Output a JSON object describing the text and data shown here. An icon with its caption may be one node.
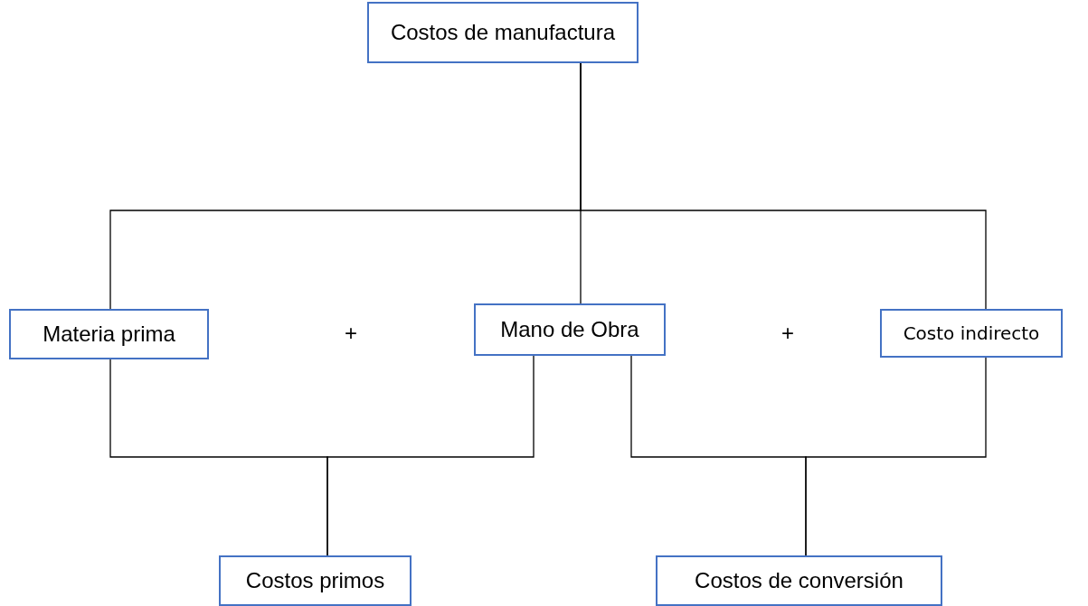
{
  "diagram": {
    "nodes": [
      {
        "text": [
          "Costos de manufactura"
        ]
      },
      {
        "text": [
          "Materia prima"
        ]
      },
      {
        "text": [
          "Mano de Obra"
        ]
      },
      {
        "text": [
          "Costo indirecto"
        ]
      },
      {
        "text": [
          "Costos primos"
        ]
      },
      {
        "text": [
          "Costos de conversión"
        ]
      }
    ],
    "edges": [
      {
        "from": 0,
        "to": 1,
        "arrow": "none"
      },
      {
        "from": 0,
        "to": 2,
        "arrow": "none"
      },
      {
        "from": 0,
        "to": 3,
        "arrow": "none"
      },
      {
        "from": 1,
        "to": 4,
        "arrow": "none"
      },
      {
        "from": 2,
        "to": 4,
        "arrow": "none"
      },
      {
        "from": 2,
        "to": 5,
        "arrow": "none"
      },
      {
        "from": 3,
        "to": 5,
        "arrow": "none"
      }
    ],
    "labels": [
      "+",
      "+"
    ]
  }
}
